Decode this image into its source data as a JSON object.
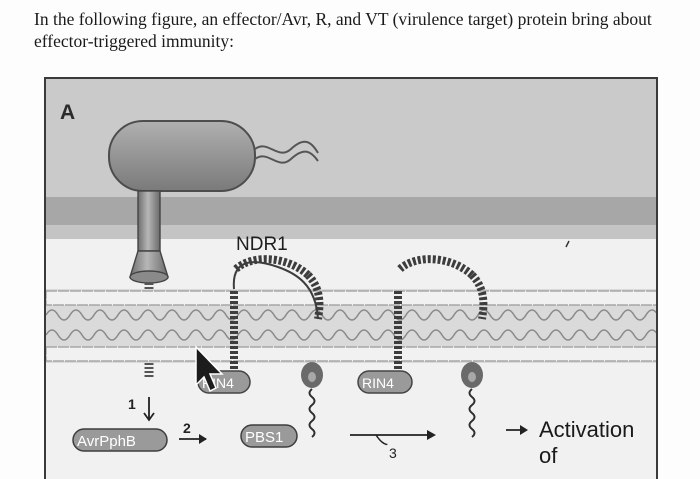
{
  "question": {
    "text": "In the following figure, an effector/Avr, R, and VT (virulence target) protein bring about effector-triggered immunity:"
  },
  "figure": {
    "panel_label": "A",
    "labels": {
      "ndr1": "NDR1",
      "rin4_left": "RIN4",
      "rin4_right": "RIN4",
      "avrphb": "AvrPphB",
      "pbs1": "PBS1",
      "step1": "1",
      "step2": "2",
      "step3": "3",
      "activation_line1": "Activation",
      "activation_line2": "of"
    },
    "colors": {
      "background": "#f1f1f1",
      "cell_wall": "#c9c9c9",
      "wall_band": "#b3b3b3",
      "protein": "#9c9c9c",
      "protein_dark": "#5d5d5d"
    }
  }
}
